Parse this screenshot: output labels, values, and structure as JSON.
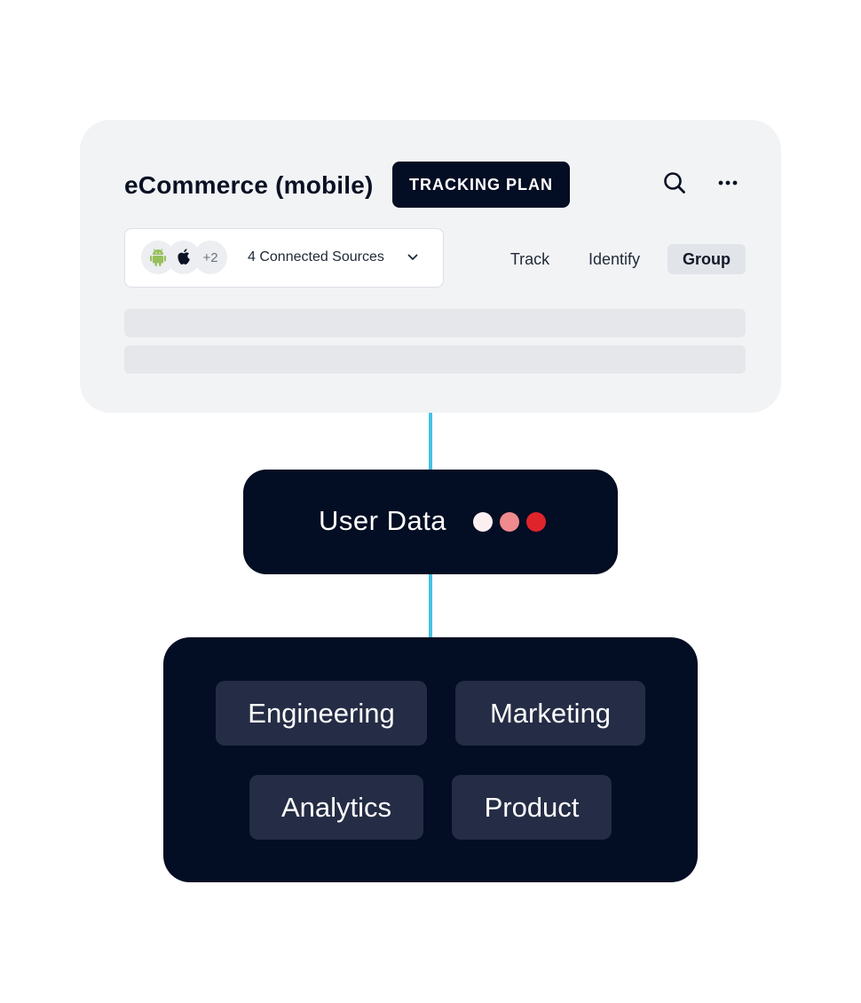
{
  "plan": {
    "title": "eCommerce (mobile)",
    "badge": "TRACKING PLAN",
    "sources": {
      "icons": [
        "android-icon",
        "apple-icon"
      ],
      "more_count": "+2",
      "label": "4 Connected Sources"
    },
    "tabs": [
      {
        "label": "Track",
        "active": false
      },
      {
        "label": "Identify",
        "active": false
      },
      {
        "label": "Group",
        "active": true
      }
    ]
  },
  "user_data": {
    "label": "User Data",
    "dot_colors": [
      "#fbeff1",
      "#ef8a8e",
      "#e0242c"
    ]
  },
  "teams": [
    "Engineering",
    "Marketing",
    "Analytics",
    "Product"
  ],
  "colors": {
    "navy": "#030d23",
    "connector": "#46c1e3",
    "chip": "#252c45",
    "card_bg": "#f2f3f5",
    "android_green": "#97c05b"
  }
}
